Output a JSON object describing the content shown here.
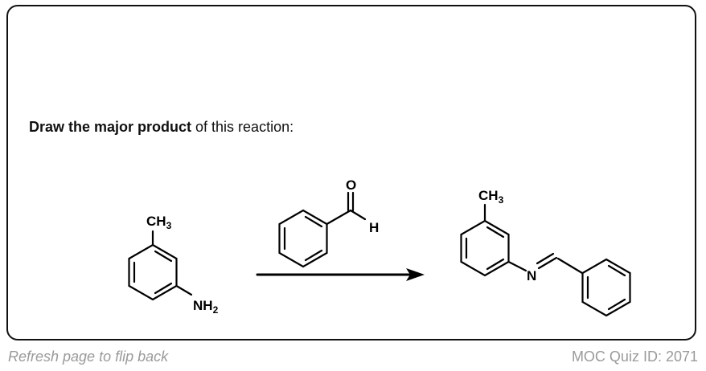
{
  "question": {
    "bold": "Draw the major product",
    "rest": " of this reaction:"
  },
  "reactant": {
    "methyl_label": "CH",
    "methyl_sub": "3",
    "amine_label": "NH",
    "amine_sub": "2"
  },
  "reagent": {
    "oxygen_label": "O",
    "hydrogen_label": "H"
  },
  "product": {
    "methyl_label": "CH",
    "methyl_sub": "3",
    "nitrogen_label": "N"
  },
  "footer": {
    "refresh": "Refresh page to flip back",
    "quiz_id": "MOC Quiz ID: 2071"
  }
}
